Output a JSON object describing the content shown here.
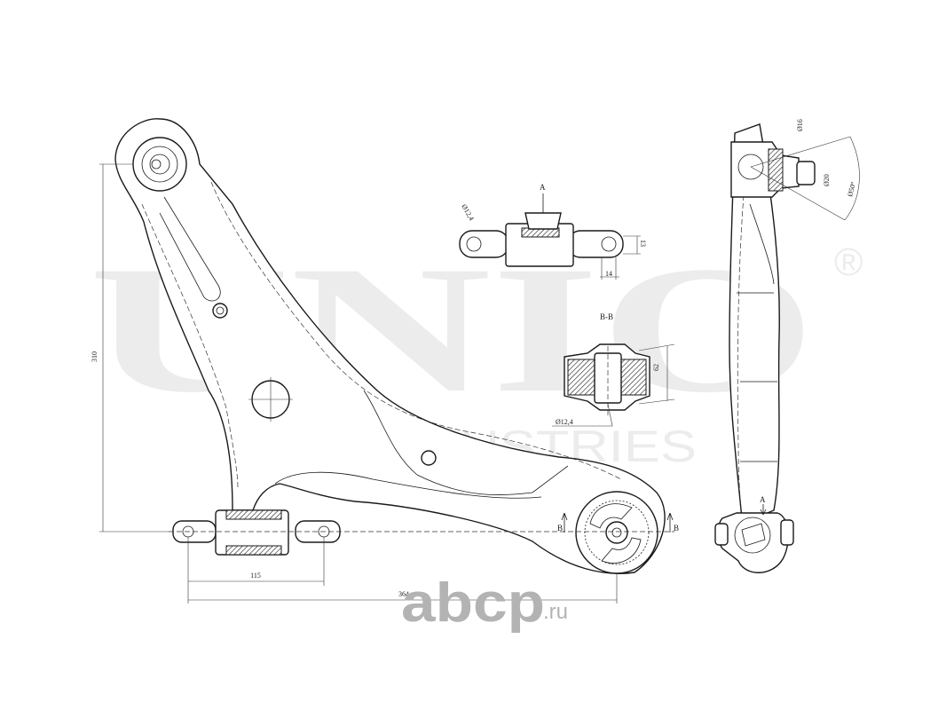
{
  "watermark": {
    "brand": "UNIO",
    "registered": "®",
    "subtitle": "WEX INDUSTRIES"
  },
  "logo": {
    "name": "abcp",
    "text": "abcp",
    "tld": ".ru",
    "color": "#b3b3b3"
  },
  "views": {
    "detail_a": {
      "title": "A",
      "dims": {
        "dia": "Ø12,4",
        "height": "13",
        "length": "14"
      }
    },
    "section_bb": {
      "title": "B-B",
      "dims": {
        "dia": "Ø12,4",
        "width": "62"
      }
    },
    "side": {
      "marker": "A",
      "dims": {
        "d1": "Ø16",
        "d2": "Ø20",
        "d3": "Ø50°"
      }
    }
  },
  "main": {
    "dims": {
      "height": "310",
      "inner": "115",
      "overall": "364"
    },
    "section_marks": {
      "left": "B",
      "right": "B"
    }
  },
  "colors": {
    "line": "#1a1a1a",
    "watermark": "#ececec",
    "logo": "#b3b3b3"
  }
}
